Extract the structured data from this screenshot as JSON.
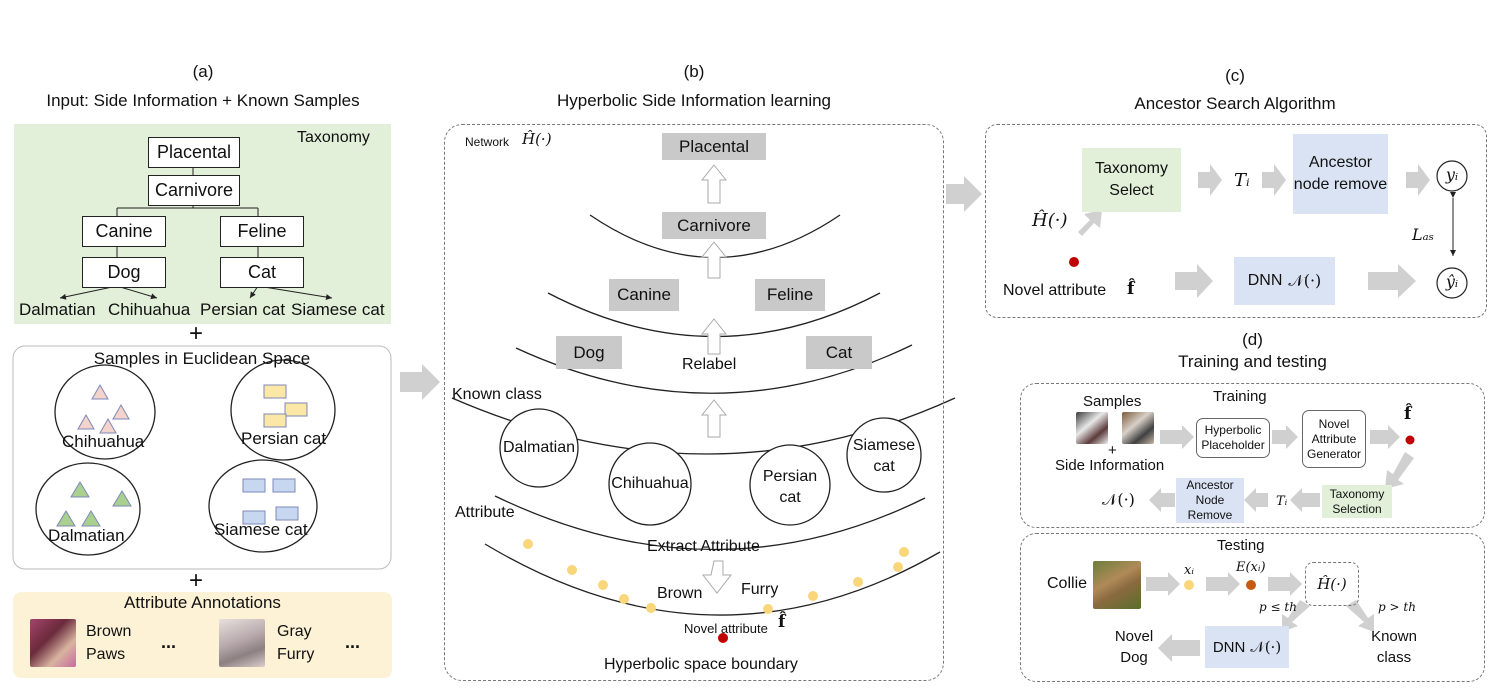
{
  "panel_a": {
    "letter": "(a)",
    "title": "Input: Side Information + Known Samples",
    "taxonomy_label": "Taxonomy",
    "nodes": {
      "placental": "Placental",
      "carnivore": "Carnivore",
      "canine": "Canine",
      "feline": "Feline",
      "dog": "Dog",
      "cat": "Cat"
    },
    "leaves": [
      "Dalmatian",
      "Chihuahua",
      "Persian cat",
      "Siamese cat"
    ],
    "plus1": "+",
    "samples_title": "Samples in Euclidean Space",
    "clusters": [
      "Chihuahua",
      "Persian cat",
      "Dalmatian",
      "Siamese cat"
    ],
    "plus2": "+",
    "attr_title": "Attribute Annotations",
    "attr1": [
      "Brown",
      "Paws"
    ],
    "attr2": [
      "Gray",
      "Furry"
    ],
    "ellipsis": "..."
  },
  "panel_b": {
    "letter": "(b)",
    "title": "Hyperbolic Side Information learning",
    "network_label": "Network",
    "network_math": "Ĥ(·)",
    "boxes": {
      "placental": "Placental",
      "carnivore": "Carnivore",
      "canine": "Canine",
      "feline": "Feline",
      "dog": "Dog",
      "cat": "Cat"
    },
    "relabel": "Relabel",
    "known_class": "Known class",
    "circles": [
      "Dalmatian",
      "Chihuahua",
      "Persian cat",
      "Siamese cat"
    ],
    "attribute": "Attribute",
    "extract": "Extract Attribute",
    "brown": "Brown",
    "furry": "Furry",
    "novel": "Novel attribute",
    "novel_math": "f̂",
    "boundary": "Hyperbolic space boundary"
  },
  "panel_c": {
    "letter": "(c)",
    "title": "Ancestor Search Algorithm",
    "taxonomy_select": "Taxonomy Select",
    "ti": "Tᵢ",
    "ancestor": "Ancestor node remove",
    "yi": "yᵢ",
    "yhat": "ŷᵢ",
    "las": "Lₐₛ",
    "h_math": "Ĥ(·)",
    "novel": "Novel attribute",
    "novel_math": "f̂",
    "dnn": "DNN",
    "dnn_math": "𝒩(·)"
  },
  "panel_d": {
    "letter": "(d)",
    "title": "Training and testing",
    "training": "Training",
    "samples": "Samples",
    "plus": "+",
    "side_info": "Side Information",
    "hyperbolic": "Hyperbolic Placeholder",
    "generator": "Novel Attribute Generator",
    "f_hat": "f̂",
    "tax_sel": "Taxonomy Selection",
    "ti": "Tᵢ",
    "anc_remove": "Ancestor Node Remove",
    "n_math": "𝒩(·)",
    "testing": "Testing",
    "collie": "Collie",
    "xi": "xᵢ",
    "exi": "E(xᵢ)",
    "h_math": "Ĥ(·)",
    "p_le": "p ≤ th",
    "p_gt": "p > th",
    "novel_dog": [
      "Novel",
      "Dog"
    ],
    "dnn": "DNN",
    "dnn_math": "𝒩(·)",
    "known_class": [
      "Known",
      "class"
    ]
  }
}
